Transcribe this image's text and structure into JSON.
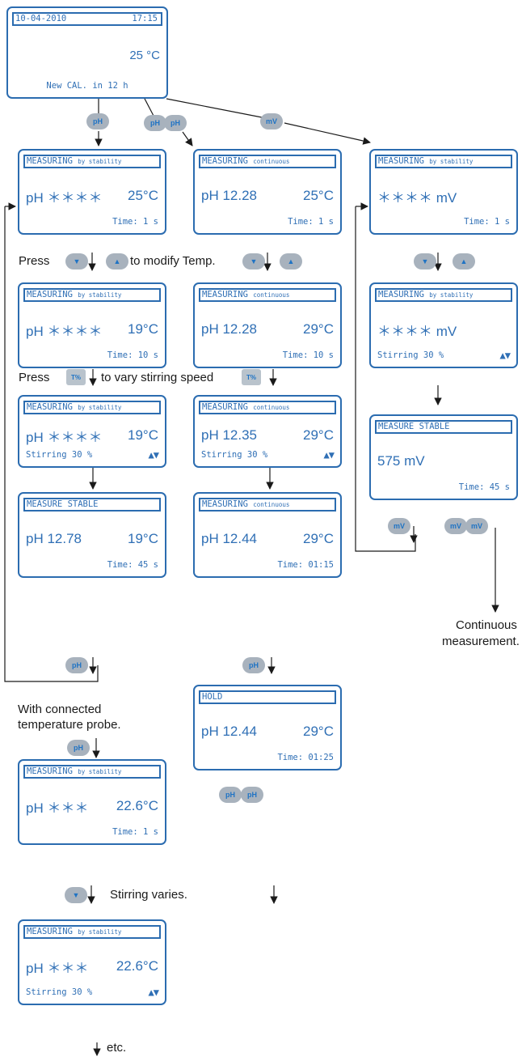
{
  "screens": {
    "start": {
      "date": "10-04-2010",
      "time": "17:15",
      "temp": "25 °C",
      "footer": "New CAL. in 12 h"
    },
    "s1": {
      "h1": "MEASURING",
      "h2": "by stability",
      "value": "pH ＊＊＊＊",
      "temp": "25°C",
      "footer": "Time: 1 s"
    },
    "s2": {
      "h1": "MEASURING",
      "h2": "by stability",
      "value": "pH ＊＊＊＊",
      "temp": "19°C",
      "footer": "Time: 10 s"
    },
    "s3": {
      "h1": "MEASURING",
      "h2": "by stability",
      "value": "pH ＊＊＊＊",
      "temp": "19°C",
      "footer": "Stirring 30 %"
    },
    "s4": {
      "h1": "MEASURE STABLE",
      "value": "pH 12.78",
      "temp": "19°C",
      "footer": "Time: 45 s"
    },
    "c1": {
      "h1": "MEASURING",
      "h2": "continuous",
      "value": "pH 12.28",
      "temp": "25°C",
      "footer": "Time: 1 s"
    },
    "c2": {
      "h1": "MEASURING",
      "h2": "continuous",
      "value": "pH 12.28",
      "temp": "29°C",
      "footer": "Time: 10 s"
    },
    "c3": {
      "h1": "MEASURING",
      "h2": "continuous",
      "value": "pH 12.35",
      "temp": "29°C",
      "footer": "Stirring 30 %"
    },
    "c4": {
      "h1": "MEASURING",
      "h2": "continuous",
      "value": "pH 12.44",
      "temp": "29°C",
      "footer": "Time: 01:15"
    },
    "c5": {
      "h1": "HOLD",
      "value": "pH 12.44",
      "temp": "29°C",
      "footer": "Time: 01:25"
    },
    "m1": {
      "h1": "MEASURING",
      "h2": "by stability",
      "value": "＊＊＊＊ mV",
      "footer": "Time: 1 s"
    },
    "m2": {
      "h1": "MEASURING",
      "h2": "by stability",
      "value": "＊＊＊＊ mV",
      "footer": "Stirring 30 %"
    },
    "m3": {
      "h1": "MEASURE STABLE",
      "value": "575 mV",
      "footer": "Time: 45 s"
    },
    "t1": {
      "h1": "MEASURING",
      "h2": "by stability",
      "value": "pH ＊＊＊",
      "temp": "22.6°C",
      "footer": "Time: 1 s"
    },
    "t2": {
      "h1": "MEASURING",
      "h2": "by stability",
      "value": "pH ＊＊＊",
      "temp": "22.6°C",
      "footer": "Stirring 30 %"
    }
  },
  "keys": {
    "ph": "pH",
    "mv": "mV",
    "stir": "T%"
  },
  "icons": {
    "up": "▲",
    "down": "▼",
    "arrows": "▲▼"
  },
  "labels": {
    "press": "Press",
    "modify_temp": "to modify Temp.",
    "vary_stirring": "to vary stirring speed",
    "continuous": "Continuous",
    "measurement": "measurement.",
    "probe1": "With connected",
    "probe2": "temperature probe.",
    "stirring_varies": "Stirring varies.",
    "etc": "etc."
  },
  "colors": {
    "screen_blue": "#2b6cb0",
    "key_gray": "#a8b2bd"
  }
}
